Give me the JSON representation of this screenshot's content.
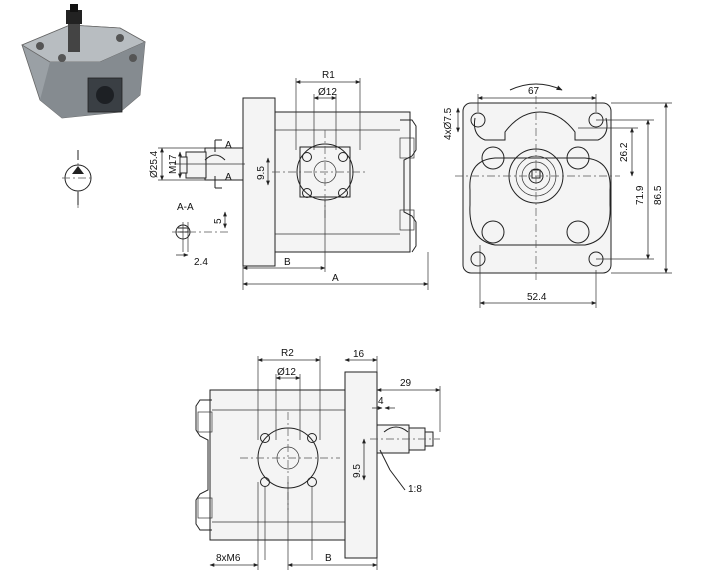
{
  "labels": {
    "r1": "R1",
    "r2": "R2",
    "bore_top": "Ø12",
    "bore_bottom": "Ø12",
    "dim_67": "67",
    "dim_75": "4xØ7.5",
    "dim_262": "26.2",
    "dim_719": "71.9",
    "dim_865": "86.5",
    "dim_524": "52.4",
    "dim_254": "Ø25.4",
    "dim_m17": "M17",
    "dim_95_top": "9.5",
    "dim_95_bottom": "9.5",
    "section_a1": "A",
    "section_a2": "A",
    "section_aa": "A-A",
    "dim_5": "5",
    "dim_24": "2.4",
    "dim_b_top": "B",
    "dim_a_top": "A",
    "dim_16": "16",
    "dim_29": "29",
    "dim_4": "4",
    "dim_18": "1:8",
    "dim_8xm6": "8xM6",
    "dim_b_bottom": "B"
  },
  "colors": {
    "line": "#222222",
    "photo_body": "#8e9499",
    "photo_dark": "#3a3f44"
  },
  "icons": {
    "pump_symbol": "hydraulic-pump-symbol-icon",
    "rotation": "rotation-arrow-icon"
  }
}
